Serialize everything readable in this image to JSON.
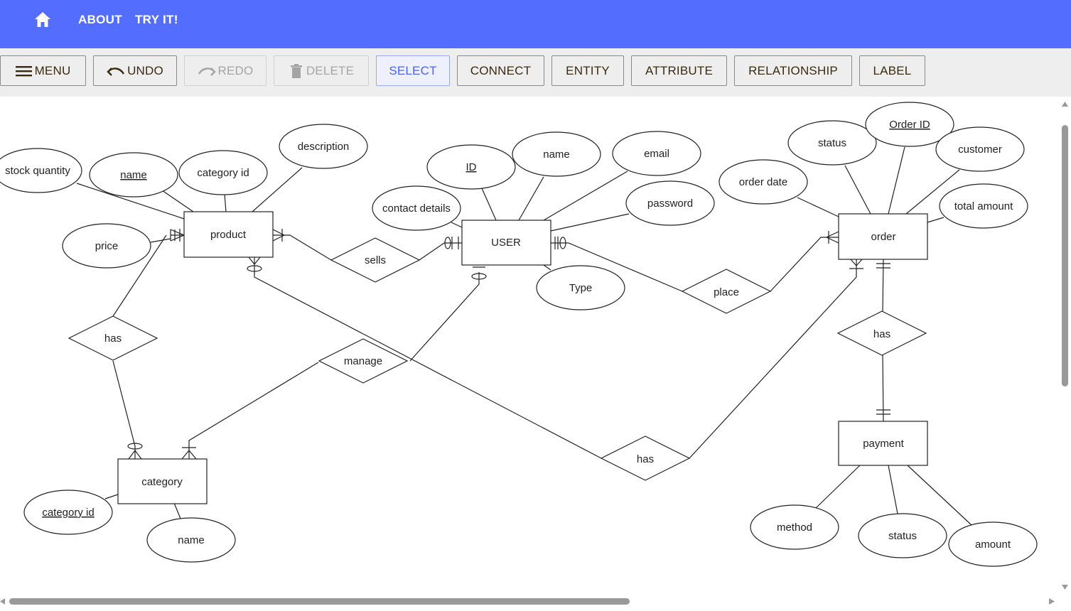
{
  "nav": {
    "home_icon": "home-icon",
    "about_label": "ABOUT",
    "try_label": "TRY IT!"
  },
  "toolbar": {
    "menu_label": "MENU",
    "undo_label": "UNDO",
    "redo_label": "REDO",
    "delete_label": "DELETE",
    "select_label": "SELECT",
    "connect_label": "CONNECT",
    "entity_label": "ENTITY",
    "attribute_label": "ATTRIBUTE",
    "relationship_label": "RELATIONSHIP",
    "label_label": "LABEL"
  },
  "diagram": {
    "entities": {
      "product": "product",
      "user": "USER",
      "order": "order",
      "category": "category",
      "payment": "payment"
    },
    "relationships": {
      "sells": "sells",
      "place": "place",
      "has_product_category": "has",
      "manage": "manage",
      "has_product_order": "has",
      "has_order_payment": "has"
    },
    "attributes": {
      "product_stock_quantity": "stock quantity",
      "product_name": "name",
      "product_category_id": "category id",
      "product_description": "description",
      "product_price": "price",
      "user_id": "ID",
      "user_name": "name",
      "user_email": "email",
      "user_contact_details": "contact details",
      "user_password": "password",
      "user_type": "Type",
      "order_status": "status",
      "order_id": "Order ID",
      "order_customer": "customer",
      "order_date": "order date",
      "order_total_amount": "total amount",
      "category_id": "category id",
      "category_name": "name",
      "payment_method": "method",
      "payment_status": "status",
      "payment_amount": "amount"
    }
  },
  "colors": {
    "nav_background": "#536dfe",
    "toolbar_background": "#eeeeee",
    "button_text": "#3b2a10",
    "active_button_text": "#4a63f0",
    "disabled_button_text": "#a4a4a4",
    "scrollbar_thumb": "#999999"
  }
}
